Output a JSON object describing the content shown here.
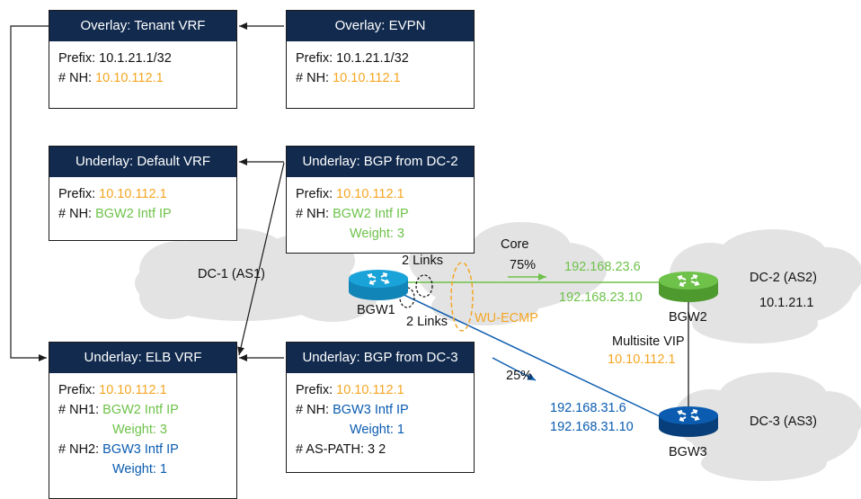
{
  "boxes": {
    "tenant_vrf": {
      "title": "Overlay: Tenant VRF",
      "prefix_label": "Prefix:",
      "prefix": "10.1.21.1/32",
      "nh_label": "# NH:",
      "nh": "10.10.112.1"
    },
    "evpn": {
      "title": "Overlay: EVPN",
      "prefix_label": "Prefix:",
      "prefix": "10.1.21.1/32",
      "nh_label": "# NH:",
      "nh": "10.10.112.1"
    },
    "default_vrf": {
      "title": "Underlay: Default VRF",
      "prefix_label": "Prefix:",
      "prefix": "10.10.112.1",
      "nh_label": "# NH:",
      "nh": "BGW2 Intf IP"
    },
    "bgp_dc2": {
      "title": "Underlay: BGP from DC-2",
      "prefix_label": "Prefix:",
      "prefix": "10.10.112.1",
      "nh_label": "# NH:",
      "nh": "BGW2 Intf IP",
      "weight": "Weight: 3"
    },
    "elb_vrf": {
      "title": "Underlay: ELB VRF",
      "prefix_label": "Prefix:",
      "prefix": "10.10.112.1",
      "nh1_label": "# NH1:",
      "nh1": "BGW2 Intf IP",
      "weight1": "Weight: 3",
      "nh2_label": "# NH2:",
      "nh2": "BGW3 Intf IP",
      "weight2": "Weight: 1"
    },
    "bgp_dc3": {
      "title": "Underlay: BGP from DC-3",
      "prefix_label": "Prefix:",
      "prefix": "10.10.112.1",
      "nh_label": "# NH:",
      "nh": "BGW3 Intf IP",
      "weight": "Weight: 1",
      "aspath": "# AS-PATH: 3 2"
    }
  },
  "labels": {
    "dc1": "DC-1 (AS1)",
    "core": "Core",
    "dc2": "DC-2 (AS2)",
    "dc2_prefix": "10.1.21.1",
    "dc3": "DC-3 (AS3)",
    "bgw1": "BGW1",
    "bgw2": "BGW2",
    "bgw3": "BGW3",
    "links_top": "2 Links",
    "links_bottom": "2 Links",
    "pct75": "75%",
    "pct25": "25%",
    "wu_ecmp": "WU-ECMP",
    "ip_23_6": "192.168.23.6",
    "ip_23_10": "192.168.23.10",
    "multisite_vip": "Multisite VIP",
    "vip_ip": "10.10.112.1",
    "ip_31_6": "192.168.31.6",
    "ip_31_10": "192.168.31.10"
  },
  "colors": {
    "header": "#112a4e",
    "orange": "#f5a623",
    "green": "#6ec24a",
    "blue": "#0b5cb0",
    "cloud": "#e3e3e3",
    "router_bgw1": "#1aa3d9",
    "router_bgw2": "#6ec24a",
    "router_bgw3": "#0b5cb0"
  },
  "icons": [
    "router-icon",
    "cloud-shape",
    "arrow-icon"
  ]
}
